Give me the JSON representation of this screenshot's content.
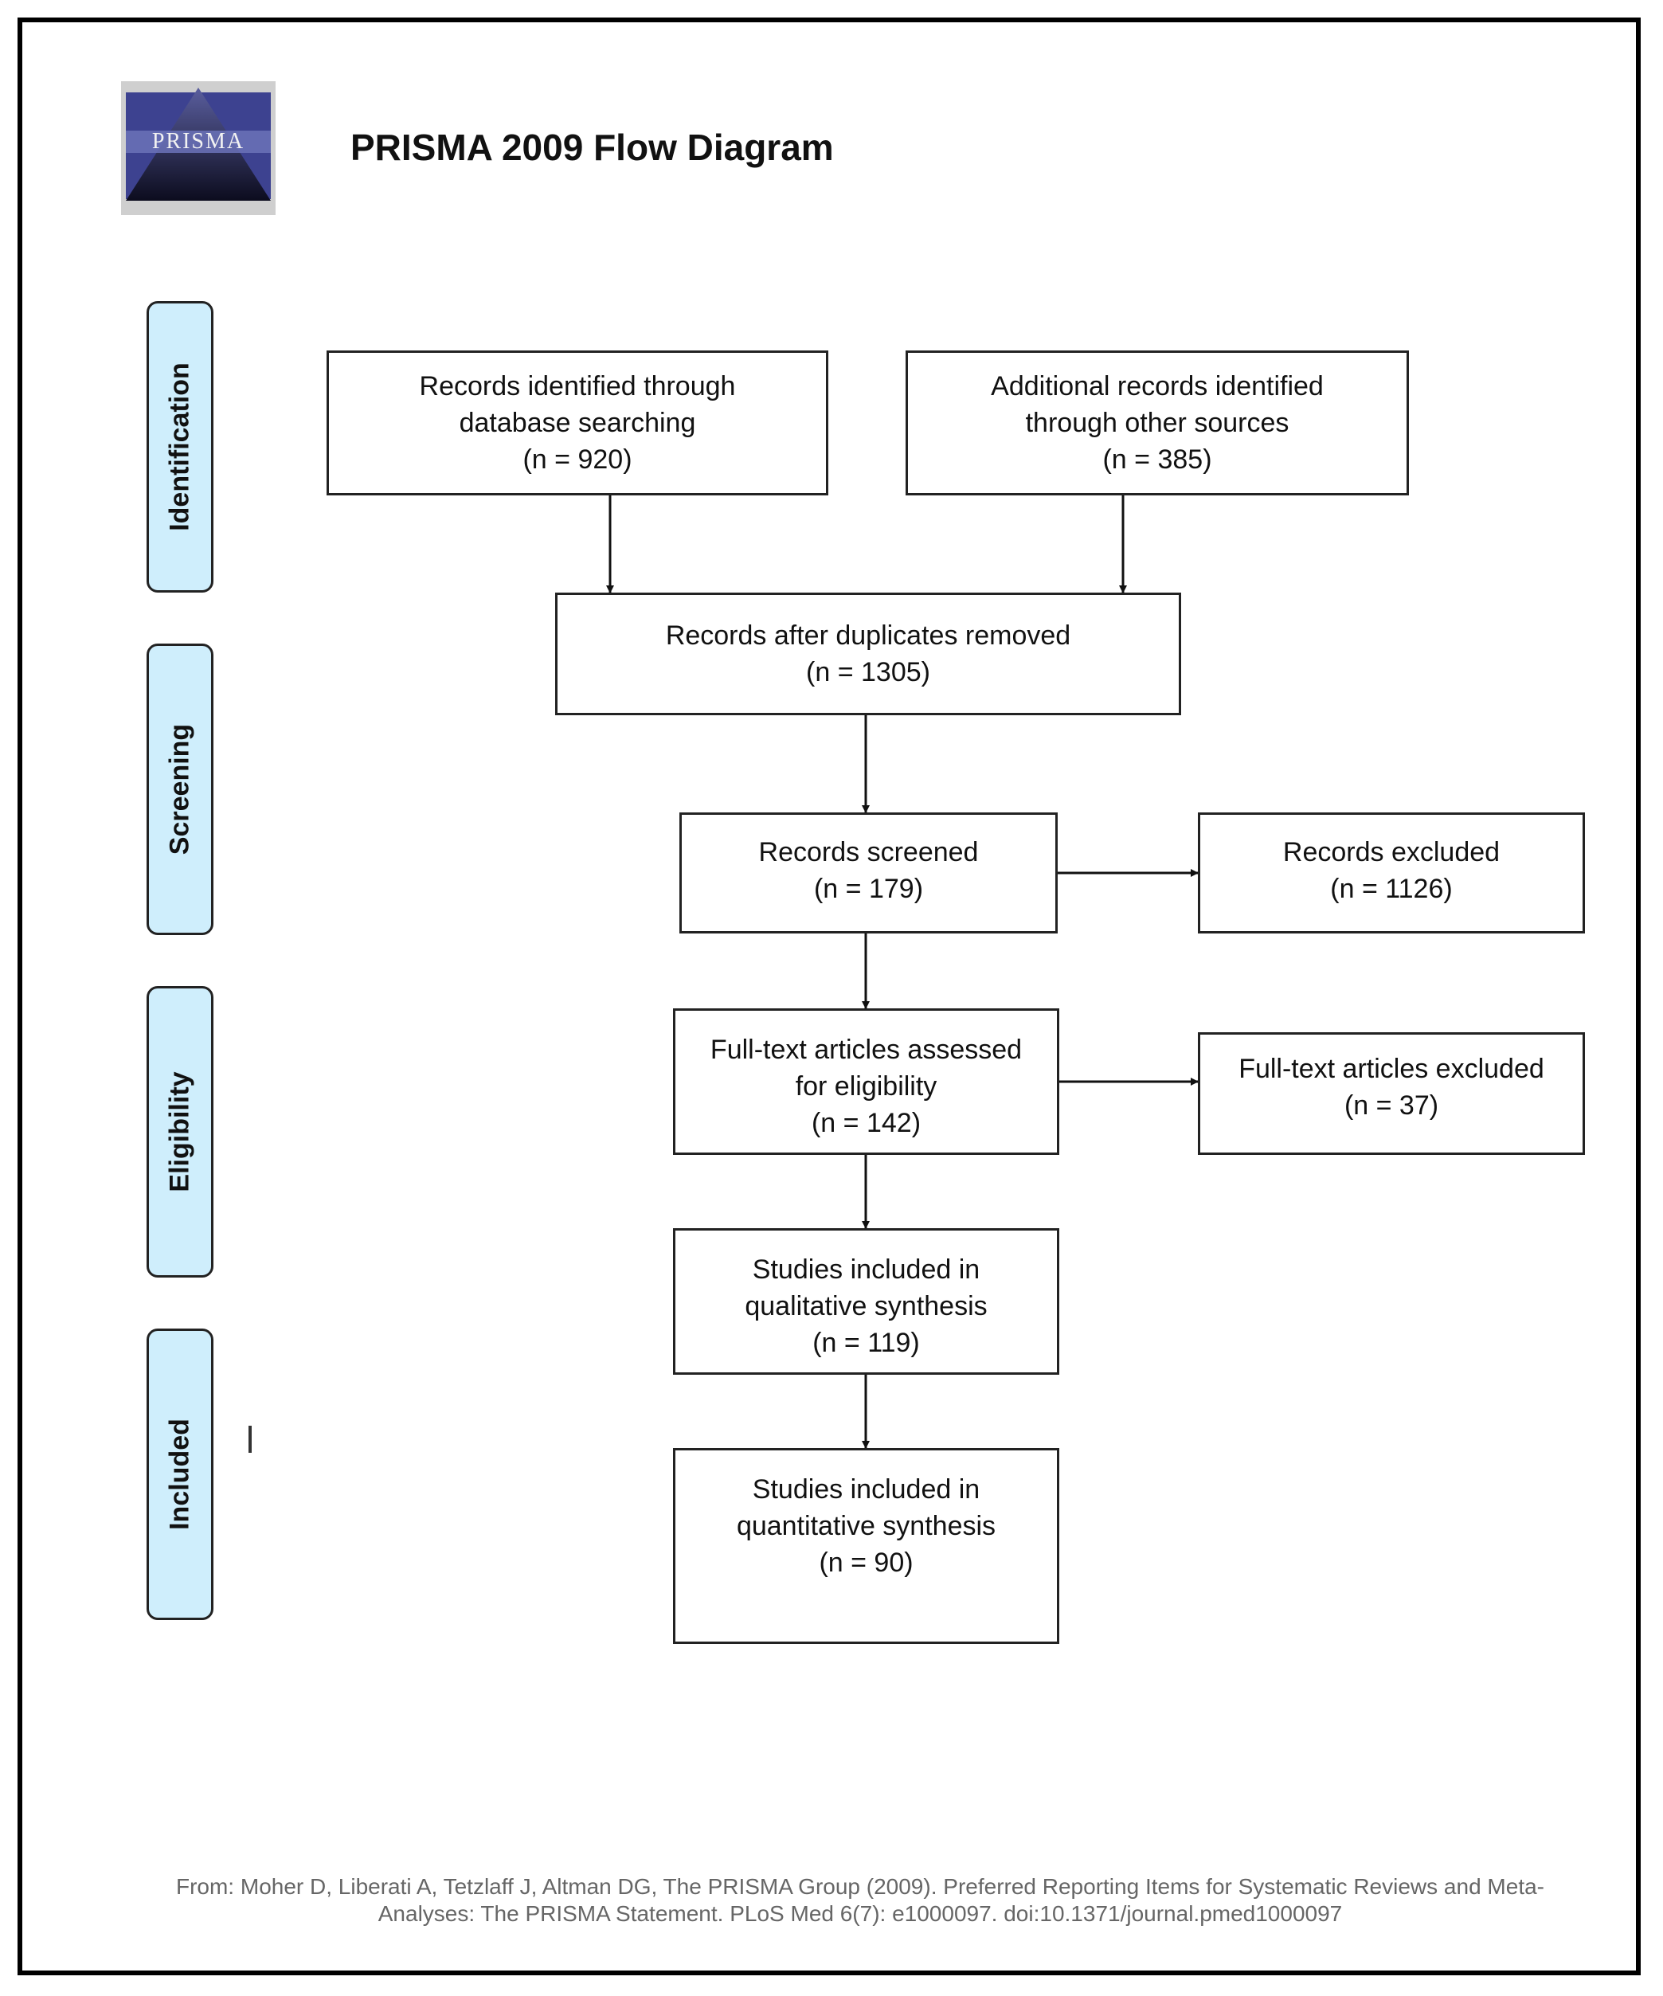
{
  "logo": {
    "text": "PRISMA"
  },
  "title": "PRISMA 2009 Flow Diagram",
  "phases": {
    "identification": "Identification",
    "screening": "Screening",
    "eligibility": "Eligibility",
    "included": "Included"
  },
  "boxes": {
    "database": [
      "Records identified through",
      "database searching",
      "(n = 920)"
    ],
    "other_sources": [
      "Additional records identified",
      "through other sources",
      "(n = 385)"
    ],
    "after_duplicates": [
      "Records after duplicates removed",
      "(n = 1305)"
    ],
    "screened": [
      "Records screened",
      "(n = 179)"
    ],
    "excluded": [
      "Records excluded",
      "(n = 1126)"
    ],
    "fulltext_assessed": [
      "Full-text articles assessed",
      "for eligibility",
      "(n = 142)"
    ],
    "fulltext_excluded": [
      "Full-text articles excluded",
      "(n = 37)"
    ],
    "qualitative": [
      "Studies included in",
      "qualitative synthesis",
      "(n = 119)"
    ],
    "quantitative": [
      "Studies included in",
      "quantitative synthesis",
      "(n = 90)"
    ]
  },
  "citation": {
    "line1": "From:  Moher D, Liberati A, Tetzlaff J, Altman DG, The PRISMA Group (2009). Preferred Reporting Items for Systematic Reviews and Meta-",
    "line2": "Analyses: The PRISMA Statement. PLoS Med 6(7): e1000097. doi:10.1371/journal.pmed1000097"
  }
}
